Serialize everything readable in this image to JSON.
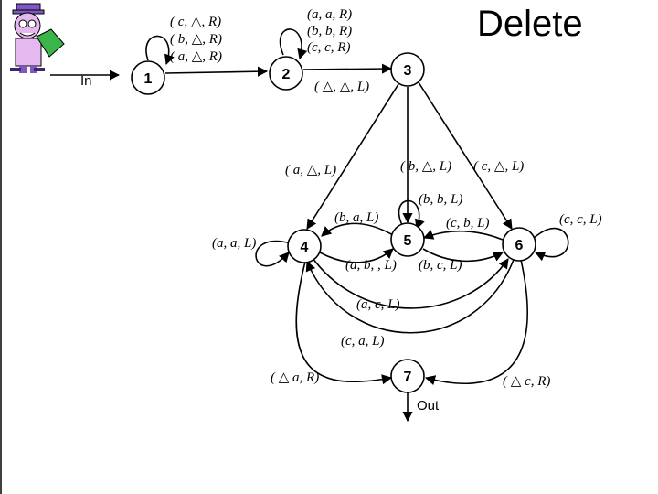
{
  "title": "Delete",
  "states": [
    {
      "id": "1",
      "label": "1"
    },
    {
      "id": "2",
      "label": "2"
    },
    {
      "id": "3",
      "label": "3"
    },
    {
      "id": "4",
      "label": "4"
    },
    {
      "id": "5",
      "label": "5"
    },
    {
      "id": "6",
      "label": "6"
    },
    {
      "id": "7",
      "label": "7"
    }
  ],
  "start_label": "In",
  "accept_label": "Out",
  "blank_symbol": "△",
  "transitions": {
    "loop_1": [
      "( c, △, R)",
      "( b, △, R)",
      "( a, △, R)"
    ],
    "loop_2": [
      "(a, a, R)",
      "(b, b, R)",
      "(c, c, R)"
    ],
    "e_2_3": "( △, △, L)",
    "e_3_4": "( a, △, L)",
    "e_3_5": "( b, △, L)",
    "e_3_6": "( c, △, L)",
    "loop_4": "(a, a, L)",
    "loop_5": "(b, b, L)",
    "loop_6": "(c, c, L)",
    "e_5_4": "(b, a, L)",
    "e_4_5": "(a, b, , L)",
    "e_6_5": "(c, b, L)",
    "e_5_6": "(b, c, L)",
    "e_4_6": "(a, c, L)",
    "e_6_4": "(c, a, L)",
    "e_4_7": "( △ a, R)",
    "e_6_7": "( △ c, R)"
  }
}
